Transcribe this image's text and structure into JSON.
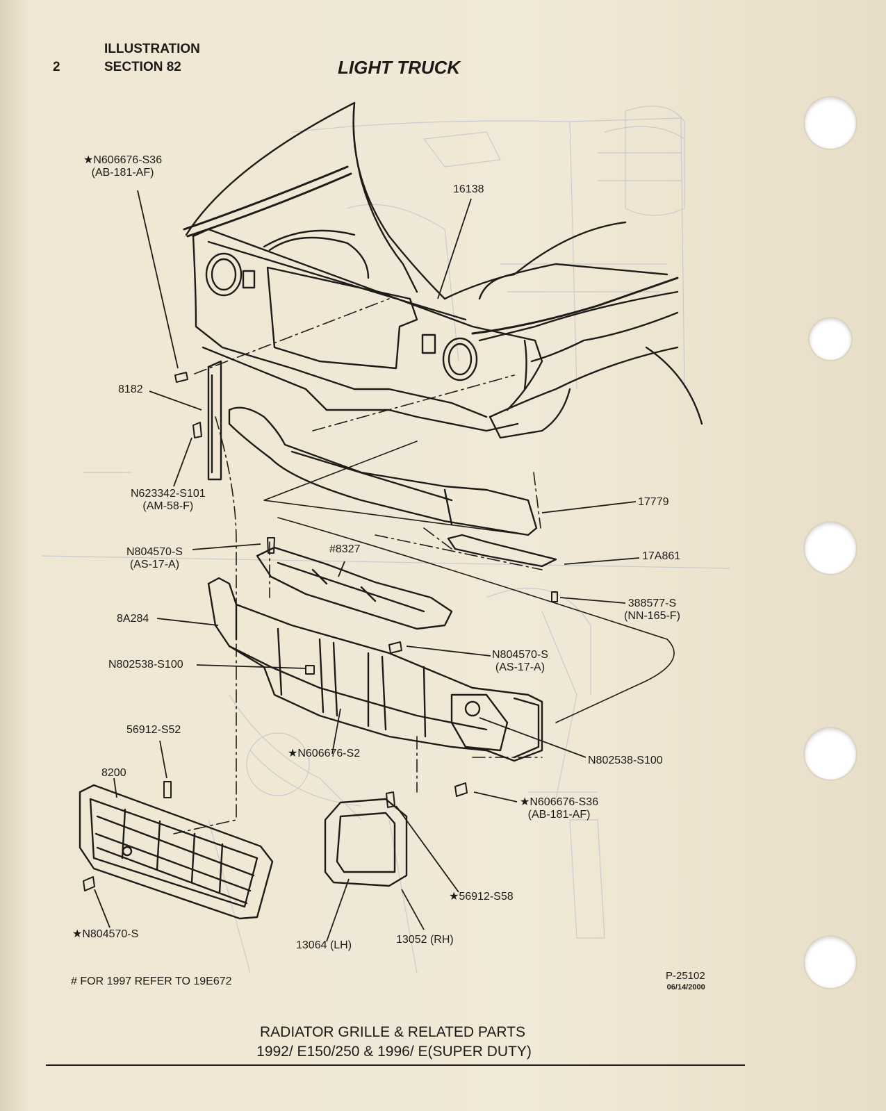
{
  "header": {
    "page_number": "2",
    "illustration_label": "ILLUSTRATION",
    "section_label": "SECTION 82",
    "title": "LIGHT TRUCK"
  },
  "callouts": {
    "n606676_s36_top": {
      "line1": "★N606676-S36",
      "line2": "(AB-181-AF)"
    },
    "p16138": "16138",
    "p8182": "8182",
    "n623342": {
      "line1": "N623342-S101",
      "line2": "(AM-58-F)"
    },
    "p17779": "17779",
    "n804570_upper": {
      "line1": "N804570-S",
      "line2": "(AS-17-A)"
    },
    "p8327": "#8327",
    "p17a861": "17A861",
    "p388577": {
      "line1": "388577-S",
      "line2": "(NN-165-F)"
    },
    "p8a284": "8A284",
    "n804570_mid": {
      "line1": "N804570-S",
      "line2": "(AS-17-A)"
    },
    "n802538_left": "N802538-S100",
    "p56912_s52": "56912-S52",
    "n606676_s2": "★N606676-S2",
    "n802538_right": "N802538-S100",
    "p8200": "8200",
    "n606676_s36_bottom": {
      "line1": "★N606676-S36",
      "line2": "(AB-181-AF)"
    },
    "p56912_s58": "★56912-S58",
    "n804570_bottom": "★N804570-S",
    "p13064": "13064 (LH)",
    "p13052": "13052 (RH)"
  },
  "footnote": "# FOR 1997 REFER TO 19E672",
  "figure_ref": {
    "number": "P-25102",
    "date": "06/14/2000"
  },
  "caption": {
    "line1": "RADIATOR GRILLE & RELATED PARTS",
    "line2": "1992/ E150/250 & 1996/ E(SUPER DUTY)"
  }
}
